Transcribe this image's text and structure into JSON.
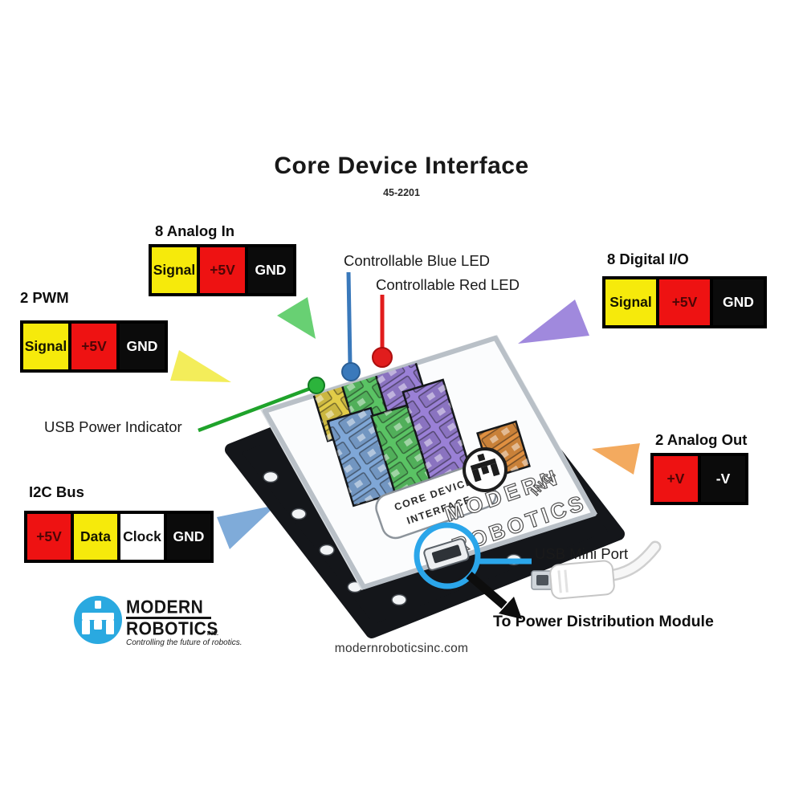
{
  "page": {
    "title": "Core Device Interface",
    "model": "45-2201",
    "website": "modernroboticsinc.com"
  },
  "callouts": {
    "analog_in": {
      "label": "8 Analog In",
      "pins": [
        "Signal",
        "+5V",
        "GND"
      ]
    },
    "pwm": {
      "label": "2 PWM",
      "pins": [
        "Signal",
        "+5V",
        "GND"
      ]
    },
    "digital_io": {
      "label": "8 Digital I/O",
      "pins": [
        "Signal",
        "+5V",
        "GND"
      ]
    },
    "analog_out": {
      "label": "2 Analog Out",
      "pins": [
        "+V",
        "-V"
      ]
    },
    "i2c": {
      "label": "I2C Bus",
      "pins": [
        "+5V",
        "Data",
        "Clock",
        "GND"
      ]
    },
    "blue_led": "Controllable Blue LED",
    "red_led": "Controllable Red LED",
    "usb_power": "USB Power Indicator",
    "usb_mini": "USB Mini Port",
    "power_module": "To Power Distribution Module"
  },
  "device": {
    "plate_line1": "CORE DEVICE",
    "plate_line2": "INTERFACE",
    "brand_line1": "MODERN",
    "brand_line2": "ROBOTICS",
    "brand_suffix": "INC."
  },
  "logo": {
    "name_line1": "MODERN",
    "name_line2": "ROBOTICS",
    "suffix": "INC.",
    "tagline": "Controlling the future of robotics."
  },
  "icons": {
    "pointers": [
      "green-triangle",
      "yellow-triangle",
      "purple-triangle",
      "orange-triangle",
      "blue-triangle"
    ],
    "leds": [
      "green-dot",
      "blue-dot",
      "red-dot"
    ]
  },
  "colors": {
    "signal_yellow": "#f6ea0b",
    "power_red": "#ee1212",
    "ground_black": "#0b0b0b",
    "clock_white": "#ffffff",
    "led_blue": "#3a79bb",
    "led_red": "#e11d1d",
    "led_green": "#2cb43c",
    "usb_highlight_blue": "#2ba6ea",
    "tri_green": "#68d073",
    "tri_yellow": "#f3ed5a",
    "tri_purple": "#a089dd",
    "tri_orange": "#f3aa5f",
    "tri_blue": "#7fabd9",
    "logo_blue": "#2aa9e0"
  }
}
